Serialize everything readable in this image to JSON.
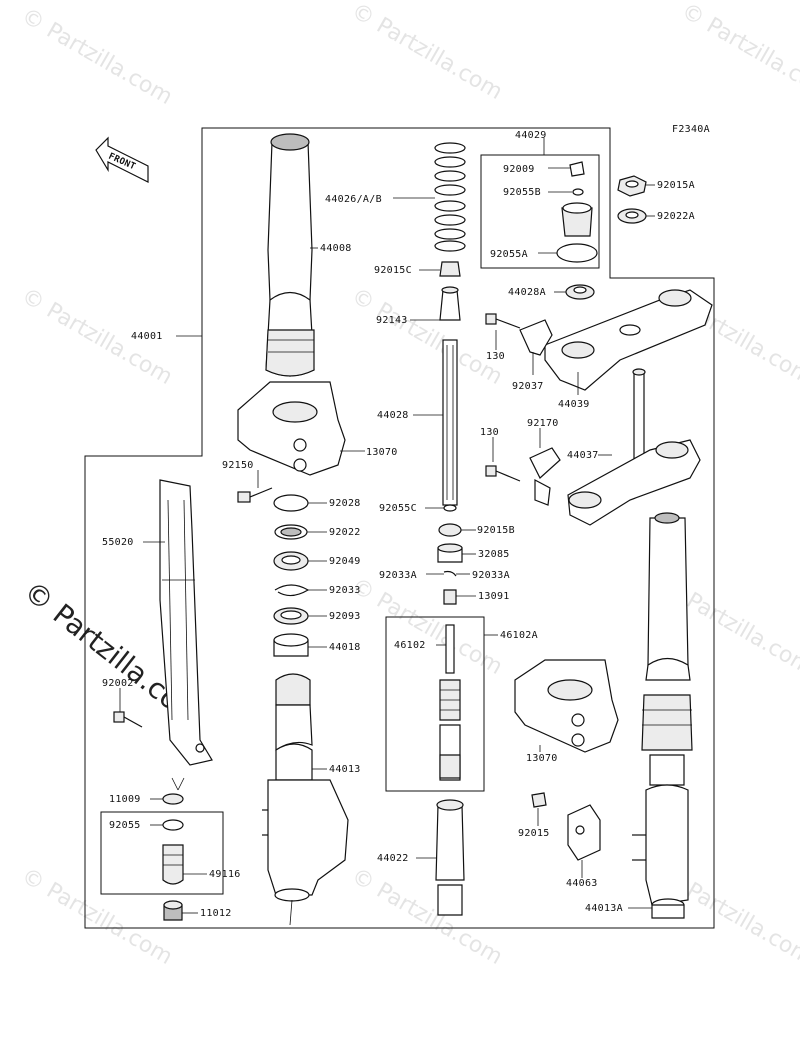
{
  "diagram_code": "F2340A",
  "front_label": "FRONT",
  "watermark": "© Partzilla.com",
  "labels": {
    "p44029": "44029",
    "p92009": "92009",
    "p92055B": "92055B",
    "p92055A": "92055A",
    "p92015A": "92015A",
    "p92022A": "92022A",
    "p44026": "44026/A/B",
    "p44008": "44008",
    "p92015C": "92015C",
    "p44028A": "44028A",
    "p92143": "92143",
    "p130a": "130",
    "p92037": "92037",
    "p44039": "44039",
    "p44001": "44001",
    "p44028": "44028",
    "p92170": "92170",
    "p130b": "130",
    "p44037": "44037",
    "p13070a": "13070",
    "p92150": "92150",
    "p92028": "92028",
    "p92055C": "92055C",
    "p92022": "92022",
    "p92015B": "92015B",
    "p55020": "55020",
    "p92049": "92049",
    "p32085": "32085",
    "p92033A1": "92033A",
    "p92033A2": "92033A",
    "p92033": "92033",
    "p13091": "13091",
    "p92093": "92093",
    "p46102A": "46102A",
    "p46102": "46102",
    "p44018": "44018",
    "p92002": "92002",
    "p13070b": "13070",
    "p44013": "44013",
    "p11009": "11009",
    "p92055": "92055",
    "p92015": "92015",
    "p49116": "49116",
    "p44022": "44022",
    "p44063": "44063",
    "p11012": "11012",
    "p44013A": "44013A"
  }
}
